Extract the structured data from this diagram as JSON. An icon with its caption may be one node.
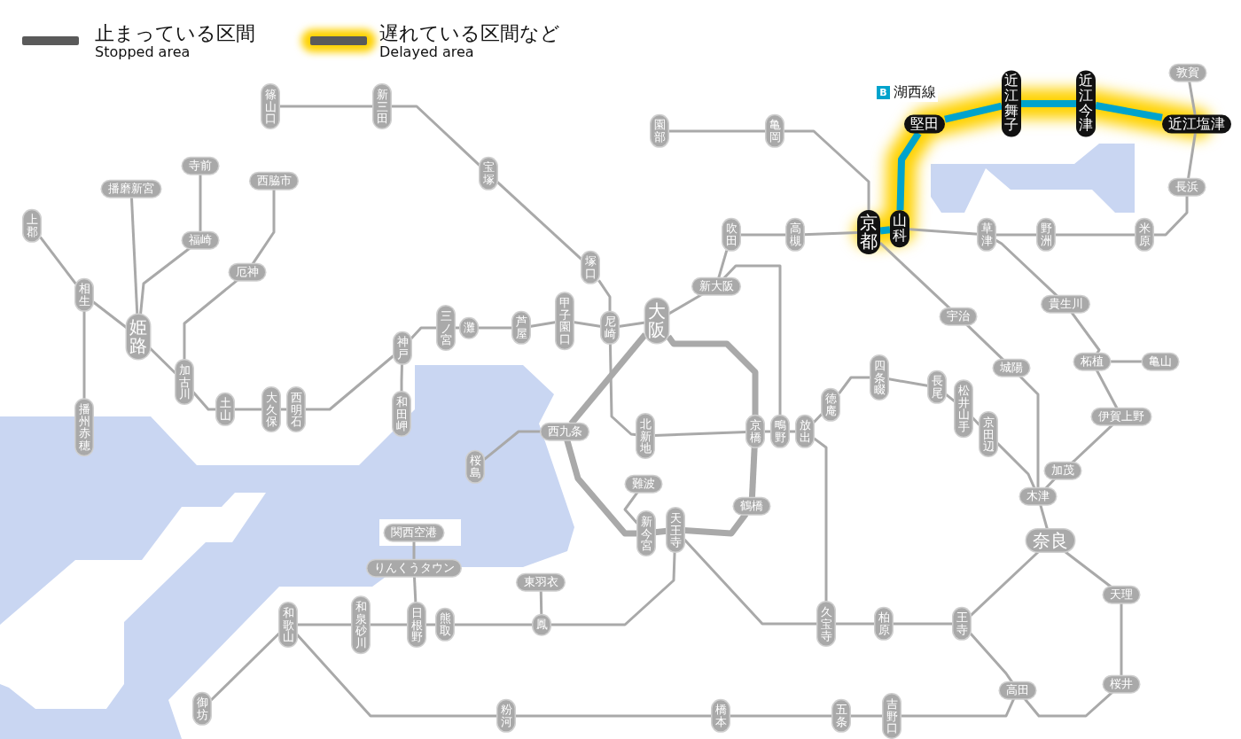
{
  "diagram": {
    "nodes": [
      {
        "text": [
          "篠山口"
        ]
      },
      {
        "text": [
          "新三田"
        ]
      },
      {
        "text": [
          "宝塚"
        ]
      },
      {
        "text": [
          "園部"
        ]
      },
      {
        "text": [
          "亀岡"
        ]
      },
      {
        "text": [
          "敦賀"
        ]
      },
      {
        "text": [
          "近江舞子"
        ]
      },
      {
        "text": [
          "近江今津"
        ]
      },
      {
        "text": [
          "堅田"
        ]
      },
      {
        "text": [
          "近江塩津"
        ]
      },
      {
        "text": [
          "長浜"
        ]
      },
      {
        "text": [
          "播磨新宮"
        ]
      },
      {
        "text": [
          "寺前"
        ]
      },
      {
        "text": [
          "西脇市"
        ]
      },
      {
        "text": [
          "上郡"
        ]
      },
      {
        "text": [
          "京都"
        ]
      },
      {
        "text": [
          "山科"
        ]
      },
      {
        "text": [
          "吹田"
        ]
      },
      {
        "text": [
          "高槻"
        ]
      },
      {
        "text": [
          "草津"
        ]
      },
      {
        "text": [
          "野洲"
        ]
      },
      {
        "text": [
          "米原"
        ]
      },
      {
        "text": [
          "福崎"
        ]
      },
      {
        "text": [
          "厄神"
        ]
      },
      {
        "text": [
          "塚口"
        ]
      },
      {
        "text": [
          "新大阪"
        ]
      },
      {
        "text": [
          "相生"
        ]
      },
      {
        "text": [
          "貴生川"
        ]
      },
      {
        "text": [
          "三ノ宮"
        ]
      },
      {
        "text": [
          "灘"
        ]
      },
      {
        "text": [
          "芦屋"
        ]
      },
      {
        "text": [
          "甲子園口"
        ]
      },
      {
        "text": [
          "尼崎"
        ]
      },
      {
        "text": [
          "大阪"
        ]
      },
      {
        "text": [
          "宇治"
        ]
      },
      {
        "text": [
          "姫路"
        ]
      },
      {
        "text": [
          "神戸"
        ]
      },
      {
        "text": [
          "城陽"
        ]
      },
      {
        "text": [
          "柘植"
        ]
      },
      {
        "text": [
          "亀山"
        ]
      },
      {
        "text": [
          "加古川"
        ]
      },
      {
        "text": [
          "四条畷"
        ]
      },
      {
        "text": [
          "長尾"
        ]
      },
      {
        "text": [
          "徳庵"
        ]
      },
      {
        "text": [
          "松井山手"
        ]
      },
      {
        "text": [
          "京田辺"
        ]
      },
      {
        "text": [
          "土山"
        ]
      },
      {
        "text": [
          "大久保"
        ]
      },
      {
        "text": [
          "西明石"
        ]
      },
      {
        "text": [
          "和田岬"
        ]
      },
      {
        "text": [
          "伊賀上野"
        ]
      },
      {
        "text": [
          "播州赤穂"
        ]
      },
      {
        "text": [
          "西九条"
        ]
      },
      {
        "text": [
          "北新地"
        ]
      },
      {
        "text": [
          "京橋"
        ]
      },
      {
        "text": [
          "鴫野"
        ]
      },
      {
        "text": [
          "放出"
        ]
      },
      {
        "text": [
          "桜島"
        ]
      },
      {
        "text": [
          "加茂"
        ]
      },
      {
        "text": [
          "木津"
        ]
      },
      {
        "text": [
          "難波"
        ]
      },
      {
        "text": [
          "新今宮"
        ]
      },
      {
        "text": [
          "天王寺"
        ]
      },
      {
        "text": [
          "鶴橋"
        ]
      },
      {
        "text": [
          "関西空港"
        ]
      },
      {
        "text": [
          "奈良"
        ]
      },
      {
        "text": [
          "りんくうタウン"
        ]
      },
      {
        "text": [
          "東羽衣"
        ]
      },
      {
        "text": [
          "天理"
        ]
      },
      {
        "text": [
          "和歌山"
        ]
      },
      {
        "text": [
          "和泉砂川"
        ]
      },
      {
        "text": [
          "日根野"
        ]
      },
      {
        "text": [
          "熊取"
        ]
      },
      {
        "text": [
          "鳳"
        ]
      },
      {
        "text": [
          "久宝寺"
        ]
      },
      {
        "text": [
          "柏原"
        ]
      },
      {
        "text": [
          "王寺"
        ]
      },
      {
        "text": [
          "御坊"
        ]
      },
      {
        "text": [
          "粉河"
        ]
      },
      {
        "text": [
          "橋本"
        ]
      },
      {
        "text": [
          "五条"
        ]
      },
      {
        "text": [
          "吉野口"
        ]
      },
      {
        "text": [
          "高田"
        ]
      },
      {
        "text": [
          "桜井"
        ]
      }
    ],
    "edges": [
      {
        "from": 0,
        "to": 1,
        "arrow": "none"
      },
      {
        "from": 1,
        "to": 2,
        "arrow": "none"
      },
      {
        "from": 2,
        "to": 24,
        "arrow": "none"
      },
      {
        "from": 24,
        "to": 32,
        "arrow": "none"
      },
      {
        "from": 3,
        "to": 4,
        "arrow": "none"
      },
      {
        "from": 4,
        "to": 15,
        "arrow": "none"
      },
      {
        "from": 14,
        "to": 26,
        "arrow": "none"
      },
      {
        "from": 26,
        "to": 51,
        "arrow": "none"
      },
      {
        "from": 26,
        "to": 35,
        "arrow": "none"
      },
      {
        "from": 11,
        "to": 35,
        "arrow": "none"
      },
      {
        "from": 12,
        "to": 22,
        "arrow": "none"
      },
      {
        "from": 22,
        "to": 35,
        "arrow": "none"
      },
      {
        "from": 35,
        "to": 40,
        "arrow": "none"
      },
      {
        "from": 13,
        "to": 23,
        "arrow": "none"
      },
      {
        "from": 23,
        "to": 40,
        "arrow": "none"
      },
      {
        "from": 40,
        "to": 46,
        "arrow": "none"
      },
      {
        "from": 46,
        "to": 47,
        "arrow": "none"
      },
      {
        "from": 47,
        "to": 48,
        "arrow": "none"
      },
      {
        "from": 48,
        "to": 36,
        "arrow": "none"
      },
      {
        "from": 36,
        "to": 49,
        "arrow": "none"
      },
      {
        "from": 36,
        "to": 28,
        "arrow": "none"
      },
      {
        "from": 28,
        "to": 29,
        "arrow": "none"
      },
      {
        "from": 29,
        "to": 30,
        "arrow": "none"
      },
      {
        "from": 30,
        "to": 31,
        "arrow": "none"
      },
      {
        "from": 31,
        "to": 32,
        "arrow": "none"
      },
      {
        "from": 32,
        "to": 33,
        "arrow": "none"
      },
      {
        "from": 32,
        "to": 53,
        "arrow": "none"
      },
      {
        "from": 53,
        "to": 54,
        "arrow": "none"
      },
      {
        "from": 54,
        "to": 55,
        "arrow": "none"
      },
      {
        "from": 55,
        "to": 56,
        "arrow": "none"
      },
      {
        "from": 33,
        "to": 25,
        "arrow": "none"
      },
      {
        "from": 25,
        "to": 17,
        "arrow": "none"
      },
      {
        "from": 17,
        "to": 18,
        "arrow": "none"
      },
      {
        "from": 18,
        "to": 15,
        "arrow": "none"
      },
      {
        "from": 15,
        "to": 16,
        "arrow": "none",
        "style": "thick",
        "color": "#00a3cc"
      },
      {
        "from": 16,
        "to": 19,
        "arrow": "none"
      },
      {
        "from": 19,
        "to": 20,
        "arrow": "none"
      },
      {
        "from": 20,
        "to": 21,
        "arrow": "none"
      },
      {
        "from": 21,
        "to": 10,
        "arrow": "none"
      },
      {
        "from": 10,
        "to": 9,
        "arrow": "none"
      },
      {
        "from": 9,
        "to": 5,
        "arrow": "none"
      },
      {
        "from": 16,
        "to": 8,
        "arrow": "none",
        "style": "thick",
        "color": "#00a3cc"
      },
      {
        "from": 8,
        "to": 6,
        "arrow": "none",
        "style": "thick",
        "color": "#00a3cc"
      },
      {
        "from": 6,
        "to": 7,
        "arrow": "none",
        "style": "thick",
        "color": "#00a3cc"
      },
      {
        "from": 7,
        "to": 9,
        "arrow": "none",
        "style": "thick",
        "color": "#00a3cc"
      },
      {
        "from": 15,
        "to": 34,
        "arrow": "none"
      },
      {
        "from": 34,
        "to": 37,
        "arrow": "none"
      },
      {
        "from": 37,
        "to": 59,
        "arrow": "none"
      },
      {
        "from": 19,
        "to": 27,
        "arrow": "none"
      },
      {
        "from": 27,
        "to": 38,
        "arrow": "none"
      },
      {
        "from": 38,
        "to": 39,
        "arrow": "none"
      },
      {
        "from": 38,
        "to": 50,
        "arrow": "none"
      },
      {
        "from": 50,
        "to": 58,
        "arrow": "none"
      },
      {
        "from": 58,
        "to": 59,
        "arrow": "none"
      },
      {
        "from": 59,
        "to": 65,
        "arrow": "none"
      },
      {
        "from": 56,
        "to": 43,
        "arrow": "none"
      },
      {
        "from": 43,
        "to": 41,
        "arrow": "none"
      },
      {
        "from": 41,
        "to": 42,
        "arrow": "none"
      },
      {
        "from": 42,
        "to": 44,
        "arrow": "none"
      },
      {
        "from": 44,
        "to": 45,
        "arrow": "none"
      },
      {
        "from": 45,
        "to": 59,
        "arrow": "none"
      },
      {
        "from": 56,
        "to": 74,
        "arrow": "none"
      },
      {
        "from": 33,
        "to": 52,
        "arrow": "none",
        "style": "thick"
      },
      {
        "from": 52,
        "to": 57,
        "arrow": "none"
      },
      {
        "from": 52,
        "to": 61,
        "arrow": "none",
        "style": "thick"
      },
      {
        "from": 61,
        "to": 62,
        "arrow": "none",
        "style": "thick"
      },
      {
        "from": 62,
        "to": 63,
        "arrow": "none",
        "style": "thick"
      },
      {
        "from": 63,
        "to": 54,
        "arrow": "none",
        "style": "thick"
      },
      {
        "from": 54,
        "to": 33,
        "arrow": "none",
        "style": "thick"
      },
      {
        "from": 25,
        "to": 55,
        "arrow": "none"
      },
      {
        "from": 60,
        "to": 61,
        "arrow": "none"
      },
      {
        "from": 62,
        "to": 74,
        "arrow": "none"
      },
      {
        "from": 74,
        "to": 75,
        "arrow": "none"
      },
      {
        "from": 75,
        "to": 76,
        "arrow": "none"
      },
      {
        "from": 65,
        "to": 76,
        "arrow": "none"
      },
      {
        "from": 65,
        "to": 68,
        "arrow": "none"
      },
      {
        "from": 68,
        "to": 83,
        "arrow": "none"
      },
      {
        "from": 83,
        "to": 82,
        "arrow": "none"
      },
      {
        "from": 76,
        "to": 82,
        "arrow": "none"
      },
      {
        "from": 82,
        "to": 81,
        "arrow": "none"
      },
      {
        "from": 81,
        "to": 80,
        "arrow": "none"
      },
      {
        "from": 80,
        "to": 79,
        "arrow": "none"
      },
      {
        "from": 79,
        "to": 78,
        "arrow": "none"
      },
      {
        "from": 78,
        "to": 69,
        "arrow": "none"
      },
      {
        "from": 69,
        "to": 77,
        "arrow": "none"
      },
      {
        "from": 69,
        "to": 70,
        "arrow": "none"
      },
      {
        "from": 70,
        "to": 71,
        "arrow": "none"
      },
      {
        "from": 71,
        "to": 72,
        "arrow": "none"
      },
      {
        "from": 72,
        "to": 73,
        "arrow": "none"
      },
      {
        "from": 71,
        "to": 66,
        "arrow": "none"
      },
      {
        "from": 66,
        "to": 64,
        "arrow": "none"
      },
      {
        "from": 73,
        "to": 67,
        "arrow": "none"
      },
      {
        "from": 73,
        "to": 62,
        "arrow": "none"
      }
    ],
    "labels": [
      "B",
      "湖西線"
    ],
    "legend": [
      {
        "text": "止まっている区間 Stopped area"
      },
      {
        "text": "遅れている区間など Delayed area"
      }
    ]
  }
}
